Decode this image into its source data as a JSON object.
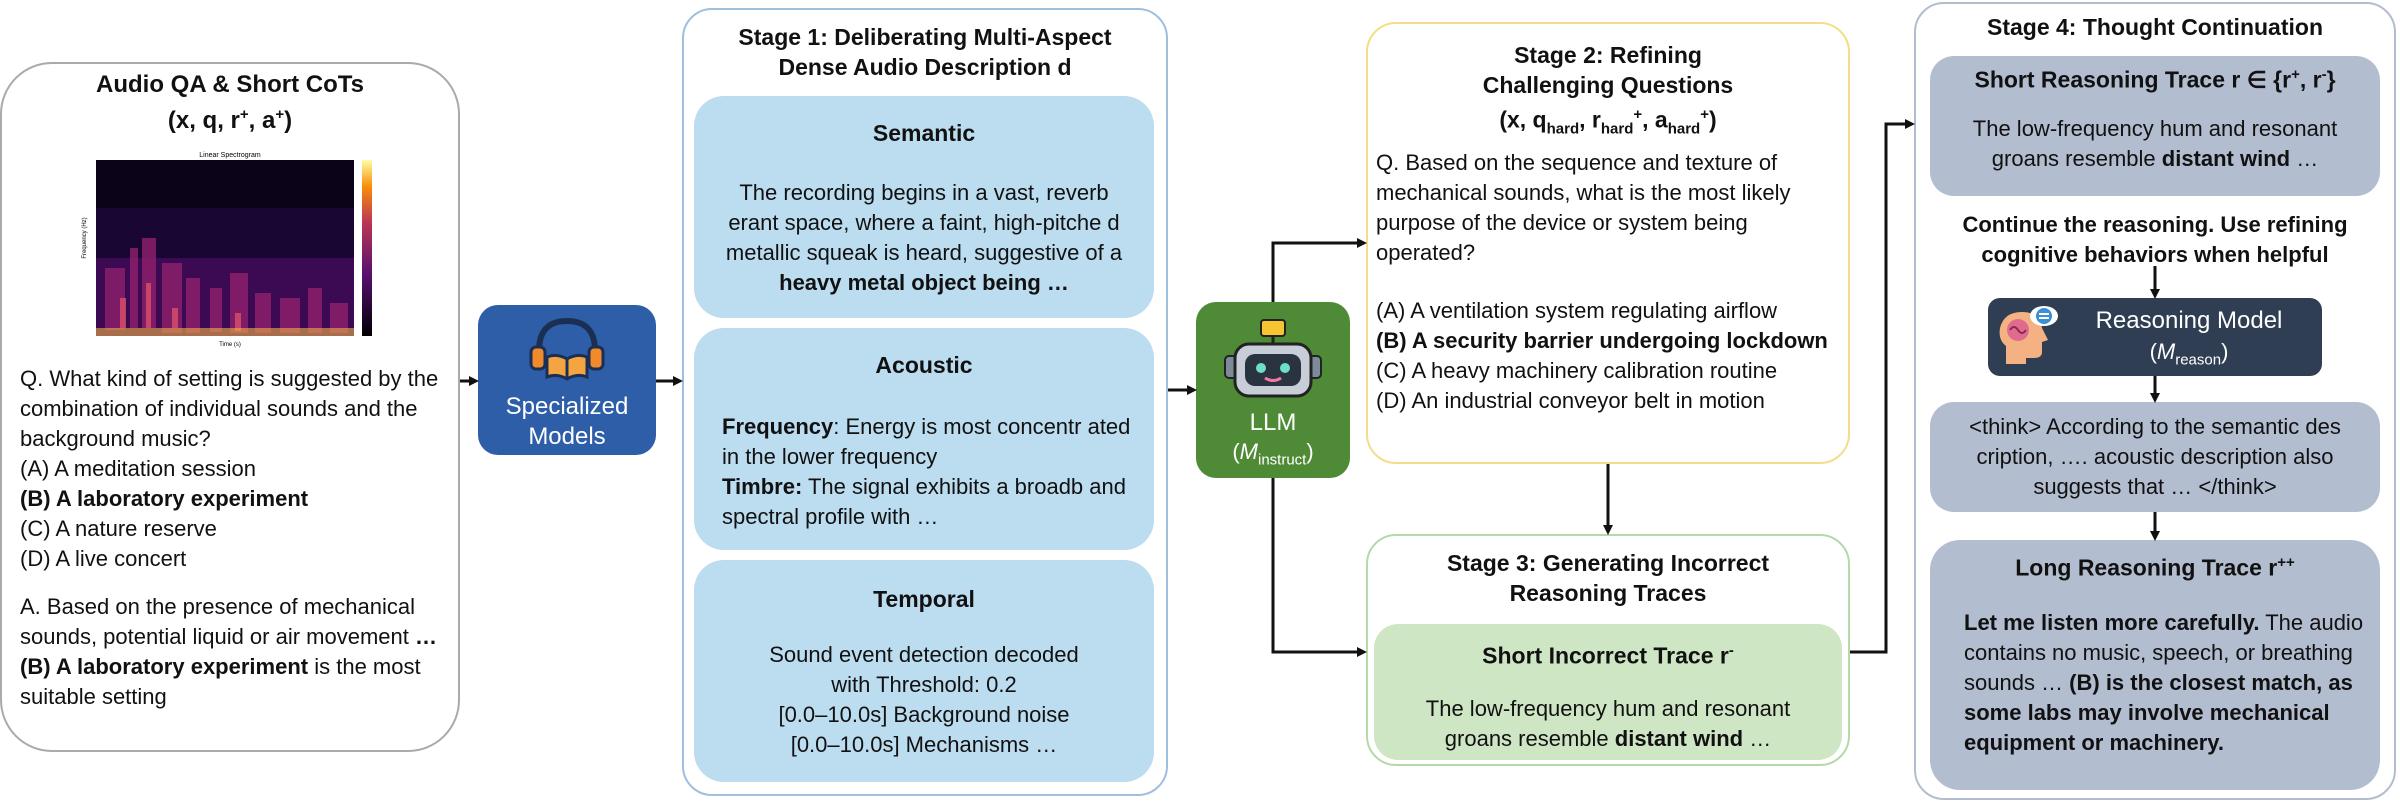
{
  "panel0": {
    "title": "Audio QA & Short CoTs",
    "tuple_pre": "(x, q, r",
    "tuple_sup1": "+",
    "tuple_mid": ", a",
    "tuple_sup2": "+",
    "tuple_post": ")",
    "spectrogram_title": "Linear Spectrogram",
    "spectrogram_ylabel": "Frequency (Hz)",
    "spectrogram_xlabel": "Time (s)",
    "question": "Q. What kind of setting is suggested by the combination of individual sounds and the background music?",
    "options": [
      {
        "letter": "(A)",
        "text": "A meditation session",
        "bold": false
      },
      {
        "letter": "(B)",
        "text": "A laboratory experiment",
        "bold": true
      },
      {
        "letter": "(C)",
        "text": "A nature reserve",
        "bold": false
      },
      {
        "letter": "(D)",
        "text": " A live concert",
        "bold": false
      }
    ],
    "answer_pre": "A. Based on the presence of mechanical sounds, potential liquid or air movement ",
    "answer_bold1": "… (B) A laboratory experiment",
    "answer_post": " is the most suitable setting"
  },
  "models": {
    "label_line1": "Specialized",
    "label_line2": "Models"
  },
  "stage1": {
    "title_line1": "Stage 1: Deliberating Multi-Aspect",
    "title_line2": "Dense Audio Description d",
    "semantic": {
      "heading": "Semantic",
      "text": "The recording begins in a vast, reverb erant space, where a faint, high-pitche d metallic squeak is heard, suggestive of a ",
      "bold": "heavy metal object being …"
    },
    "acoustic": {
      "heading": "Acoustic",
      "freq_label": "Frequency",
      "freq_text": ": Energy is most concentr ated in the lower frequency",
      "timbre_label": "Timbre:",
      "timbre_text": " The signal exhibits a broadb and spectral profile with …"
    },
    "temporal": {
      "heading": "Temporal",
      "lines": [
        "Sound event detection decoded",
        "with Threshold: 0.2",
        "[0.0–10.0s] Background noise",
        "[0.0–10.0s] Mechanisms …"
      ]
    }
  },
  "llm": {
    "label": "LLM",
    "model": "M",
    "model_sub": "instruct"
  },
  "stage2": {
    "title_line1": "Stage 2: Refining",
    "title_line2": "Challenging Questions",
    "tuple_text": "(x, q",
    "q_sub": "hard",
    "r_text": ", r",
    "r_sub": "hard",
    "r_sup": "+",
    "a_text": ", a",
    "a_sub": "hard",
    "a_sup": "+",
    "tuple_end": ")",
    "question": "Q. Based on the sequence and texture of mechanical sounds, what is the most likely purpose of the device or system being operated?",
    "options": [
      {
        "text": "(A) A ventilation system regulating airflow",
        "bold": false
      },
      {
        "text": "(B) A security barrier undergoing lockdown",
        "bold": true
      },
      {
        "text": "(C) A heavy machinery calibration routine",
        "bold": false
      },
      {
        "text": "(D) An industrial conveyor belt in motion",
        "bold": false
      }
    ]
  },
  "stage3": {
    "title_line1": "Stage 3: Generating Incorrect",
    "title_line2": "Reasoning Traces",
    "trace_title": "Short Incorrect Trace r",
    "trace_sup": "-",
    "trace_text": "The low-frequency hum and resonant groans resemble ",
    "trace_bold": "distant wind",
    "trace_end": " …"
  },
  "stage4": {
    "title": "Stage 4: Thought Continuation",
    "short_title": "Short Reasoning Trace r ∈ {r",
    "short_sup1": "+",
    "short_mid": ", r",
    "short_sup2": "-",
    "short_end": "}",
    "short_text": "The low-frequency hum and resonant groans resemble ",
    "short_bold": "distant wind",
    "short_end_text": " …",
    "instruction": "Continue the reasoning. Use refining cognitive behaviors when helpful",
    "reasoning_model": "Reasoning Model",
    "reason_m": "M",
    "reason_sub": "reason",
    "think_text": "<think>  According to the semantic des cription, ….  acoustic description also suggests that … </think>",
    "long_title": "Long Reasoning Trace r",
    "long_sup": "++",
    "long_bold1": "Let me listen more carefully.",
    "long_text": " The audio contains no music, speech, or breathing sounds … ",
    "long_bold2": "(B) is the closest match, as some labs may involve mechanical equipment or machinery."
  },
  "colors": {
    "stage1_border": "#9fbfdf",
    "stage1_box": "#bcdcf0",
    "stage2_border": "#f5dc8a",
    "stage3_border": "#b5d9a8",
    "stage3_box": "#cfe6c5",
    "stage4_box": "#b3bdd0",
    "models_fill": "#2e5ea8",
    "llm_fill": "#4f8a36",
    "reasoning_fill": "#2f3e52"
  }
}
